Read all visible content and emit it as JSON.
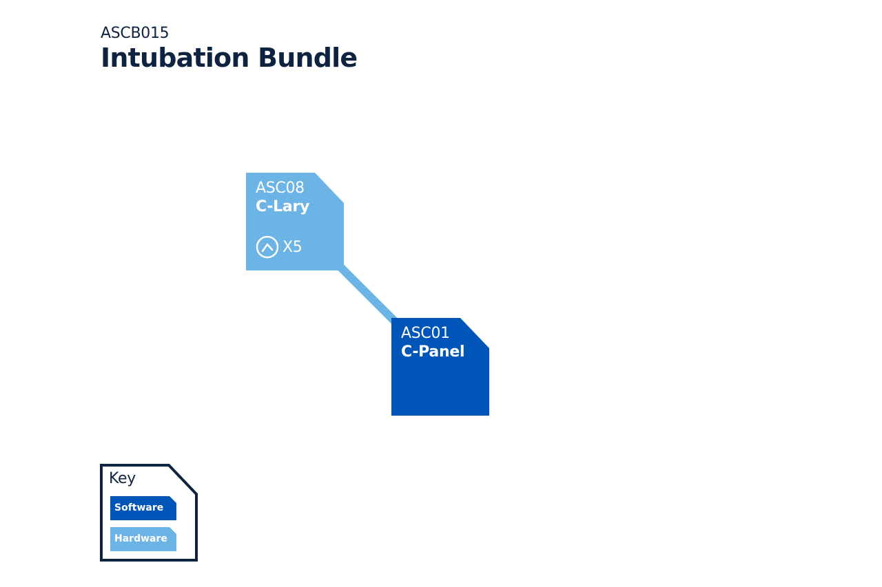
{
  "header": {
    "code": "ASCB015",
    "title": "Intubation Bundle"
  },
  "nodes": [
    {
      "code": "ASC08",
      "name": "C-Lary",
      "type": "Hardware",
      "quantity_icon": "gauge-icon",
      "quantity": "X5"
    },
    {
      "code": "ASC01",
      "name": "C-Panel",
      "type": "Software"
    }
  ],
  "key": {
    "title": "Key",
    "items": [
      {
        "label": "Software"
      },
      {
        "label": "Hardware"
      }
    ]
  },
  "colors": {
    "software": "#0055b8",
    "hardware": "#6cb4e6",
    "text_dark": "#0d2340"
  }
}
